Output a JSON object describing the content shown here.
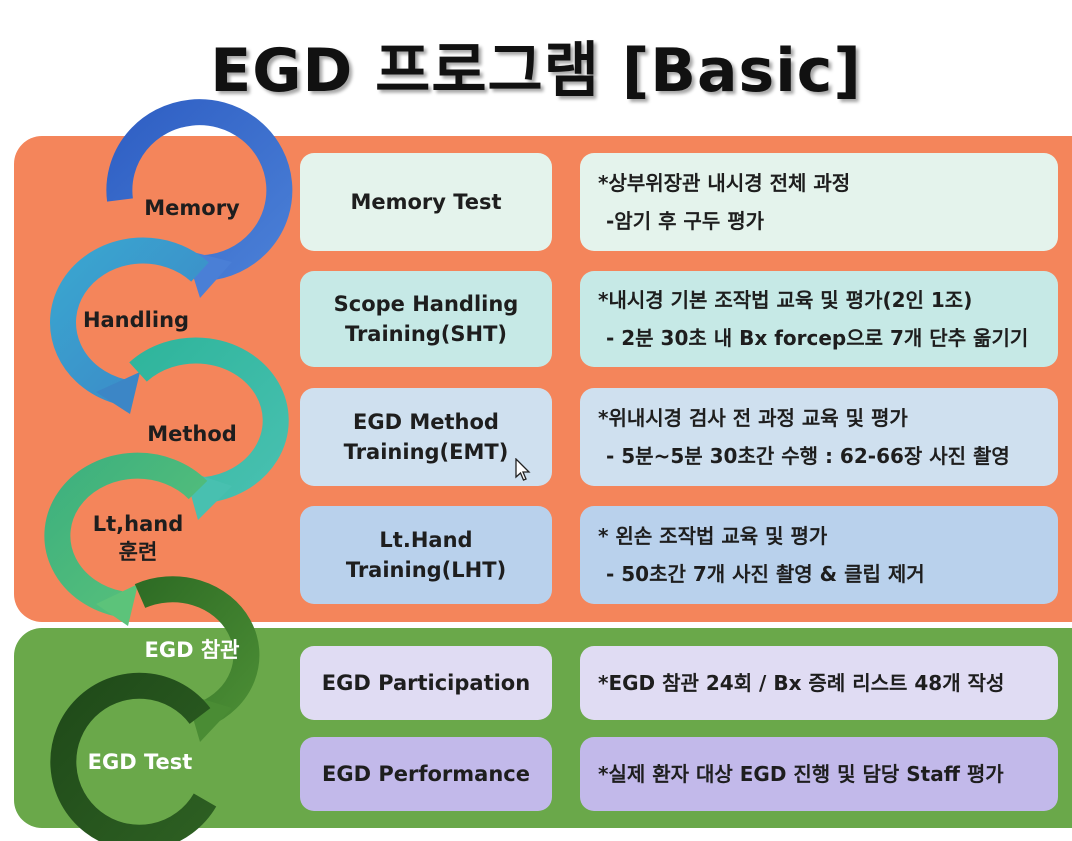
{
  "title": "EGD 프로그램 [Basic]",
  "steps": [
    {
      "label": "Memory",
      "color": "#3d6cc7"
    },
    {
      "label": "Handling",
      "color": "#3aa0c8"
    },
    {
      "label": "Method",
      "color": "#37b69a"
    },
    {
      "label_line1": "Lt,hand",
      "label_line2": "훈련",
      "color": "#4db86a"
    },
    {
      "label": "EGD 참관",
      "color": "#3c7d2c"
    },
    {
      "label": "EGD Test",
      "color": "#244d1c"
    }
  ],
  "rows": [
    {
      "name_line1": "Memory Test",
      "name_line2": "",
      "desc_line1": "*상부위장관 내시경 전체 과정",
      "desc_line2": "-암기 후 구두 평가",
      "name_bg": "#e4f3ec",
      "desc_bg": "#e4f3ec"
    },
    {
      "name_line1": "Scope Handling",
      "name_line2": "Training(SHT)",
      "desc_line1": "*내시경 기본 조작법 교육 및 평가(2인 1조)",
      "desc_line2": "- 2분 30초 내 Bx forcep으로 7개 단추 옮기기",
      "name_bg": "#c6e9e6",
      "desc_bg": "#c6e9e6"
    },
    {
      "name_line1": "EGD Method",
      "name_line2": "Training(EMT)",
      "desc_line1": "*위내시경  검사 전 과정 교육 및 평가",
      "desc_line2": "- 5분~5분 30초간  수행 : 62-66장 사진 촬영",
      "name_bg": "#cfe0ef",
      "desc_bg": "#cfe0ef"
    },
    {
      "name_line1": "Lt.Hand",
      "name_line2": "Training(LHT)",
      "desc_line1": "* 왼손 조작법 교육 및 평가",
      "desc_line2": "- 50초간  7개 사진 촬영 & 클립 제거",
      "name_bg": "#b9d1ec",
      "desc_bg": "#b9d1ec"
    },
    {
      "name_line1": "EGD Participation",
      "name_line2": "",
      "desc_line1": "*EGD 참관 24회 / Bx 증례 리스트 48개 작성",
      "desc_line2": "",
      "name_bg": "#e0dcf3",
      "desc_bg": "#e0dcf3"
    },
    {
      "name_line1": "EGD Performance",
      "name_line2": "",
      "desc_line1": "*실제 환자 대상 EGD 진행 및 담당 Staff 평가",
      "desc_line2": "",
      "name_bg": "#c2b9ea",
      "desc_bg": "#c2b9ea"
    }
  ],
  "colors": {
    "orange_panel": "#f4855b",
    "green_panel": "#6aa84a"
  },
  "cursor_icon": "mouse-pointer-icon"
}
